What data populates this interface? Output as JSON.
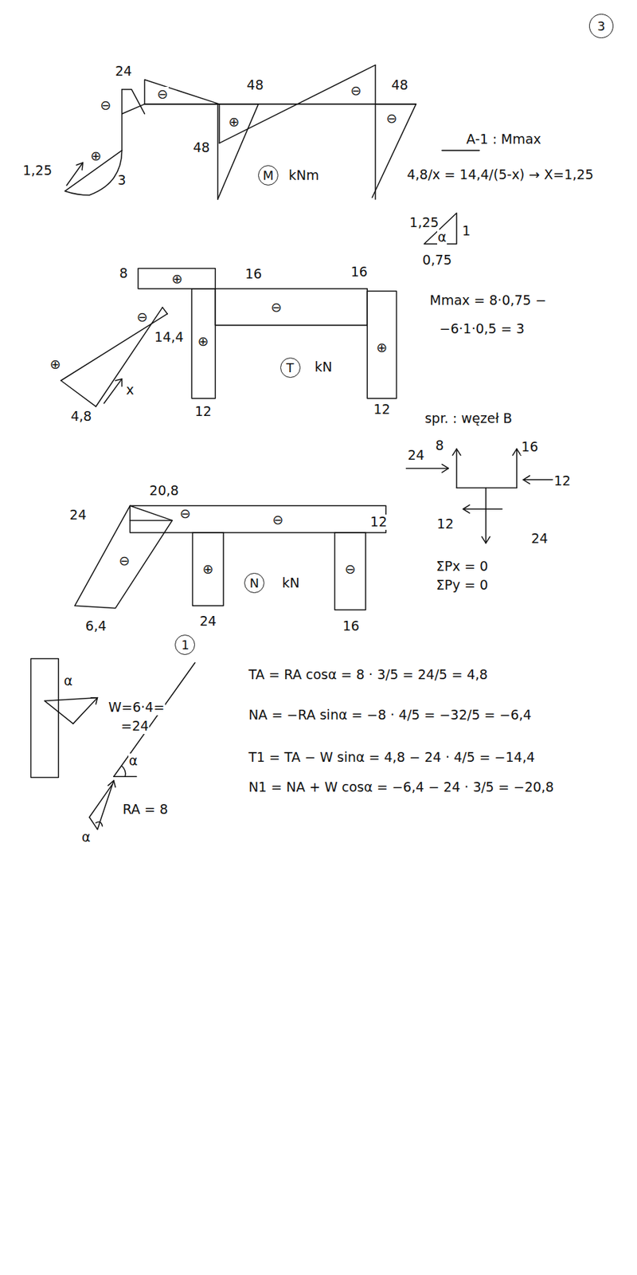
{
  "diagram": {
    "nodes": [
      {
        "text": [
          "3"
        ]
      },
      {
        "text": [
          "M"
        ]
      },
      {
        "text": [
          "T"
        ]
      },
      {
        "text": [
          "N"
        ]
      },
      {
        "text": [
          "1"
        ]
      }
    ],
    "labels": [
      "24",
      "48",
      "48",
      "⊖",
      "⊖",
      "⊕",
      "⊖",
      "⊖",
      "48",
      "1,25",
      "⊕",
      "3",
      "kNm",
      "A-1 : Mmax",
      "4,8/x = 14,4/(5-x) → X=1,25",
      "1,25",
      "1",
      "α",
      "0,75",
      "Mmax = 8·0,75 −",
      "−6·1·0,5 = 3",
      "8",
      "⊕",
      "16",
      "16",
      "⊖",
      "14,4",
      "⊕",
      "⊖",
      "⊕",
      "⊕",
      "kN",
      "x",
      "4,8",
      "12",
      "12",
      "spr. : węzeł B",
      "8",
      "16",
      "24",
      "12",
      "12",
      "24",
      "ΣPx = 0",
      "ΣPy = 0",
      "20,8",
      "24",
      "⊖",
      "⊖",
      "12",
      "⊖",
      "⊕",
      "kN",
      "⊖",
      "6,4",
      "24",
      "16",
      "α",
      "W=6·4=",
      "=24",
      "α",
      "RA = 8",
      "α",
      "TA = RA cosα = 8 · 3/5 = 24/5 = 4,8",
      "NA = −RA sinα = −8 · 4/5 = −32/5 = −6,4",
      "T1 = TA − W sinα = 4,8 − 24 · 4/5 = −14,4",
      "N1 = NA + W cosα = −6,4 − 24 · 3/5 = −20,8"
    ]
  }
}
